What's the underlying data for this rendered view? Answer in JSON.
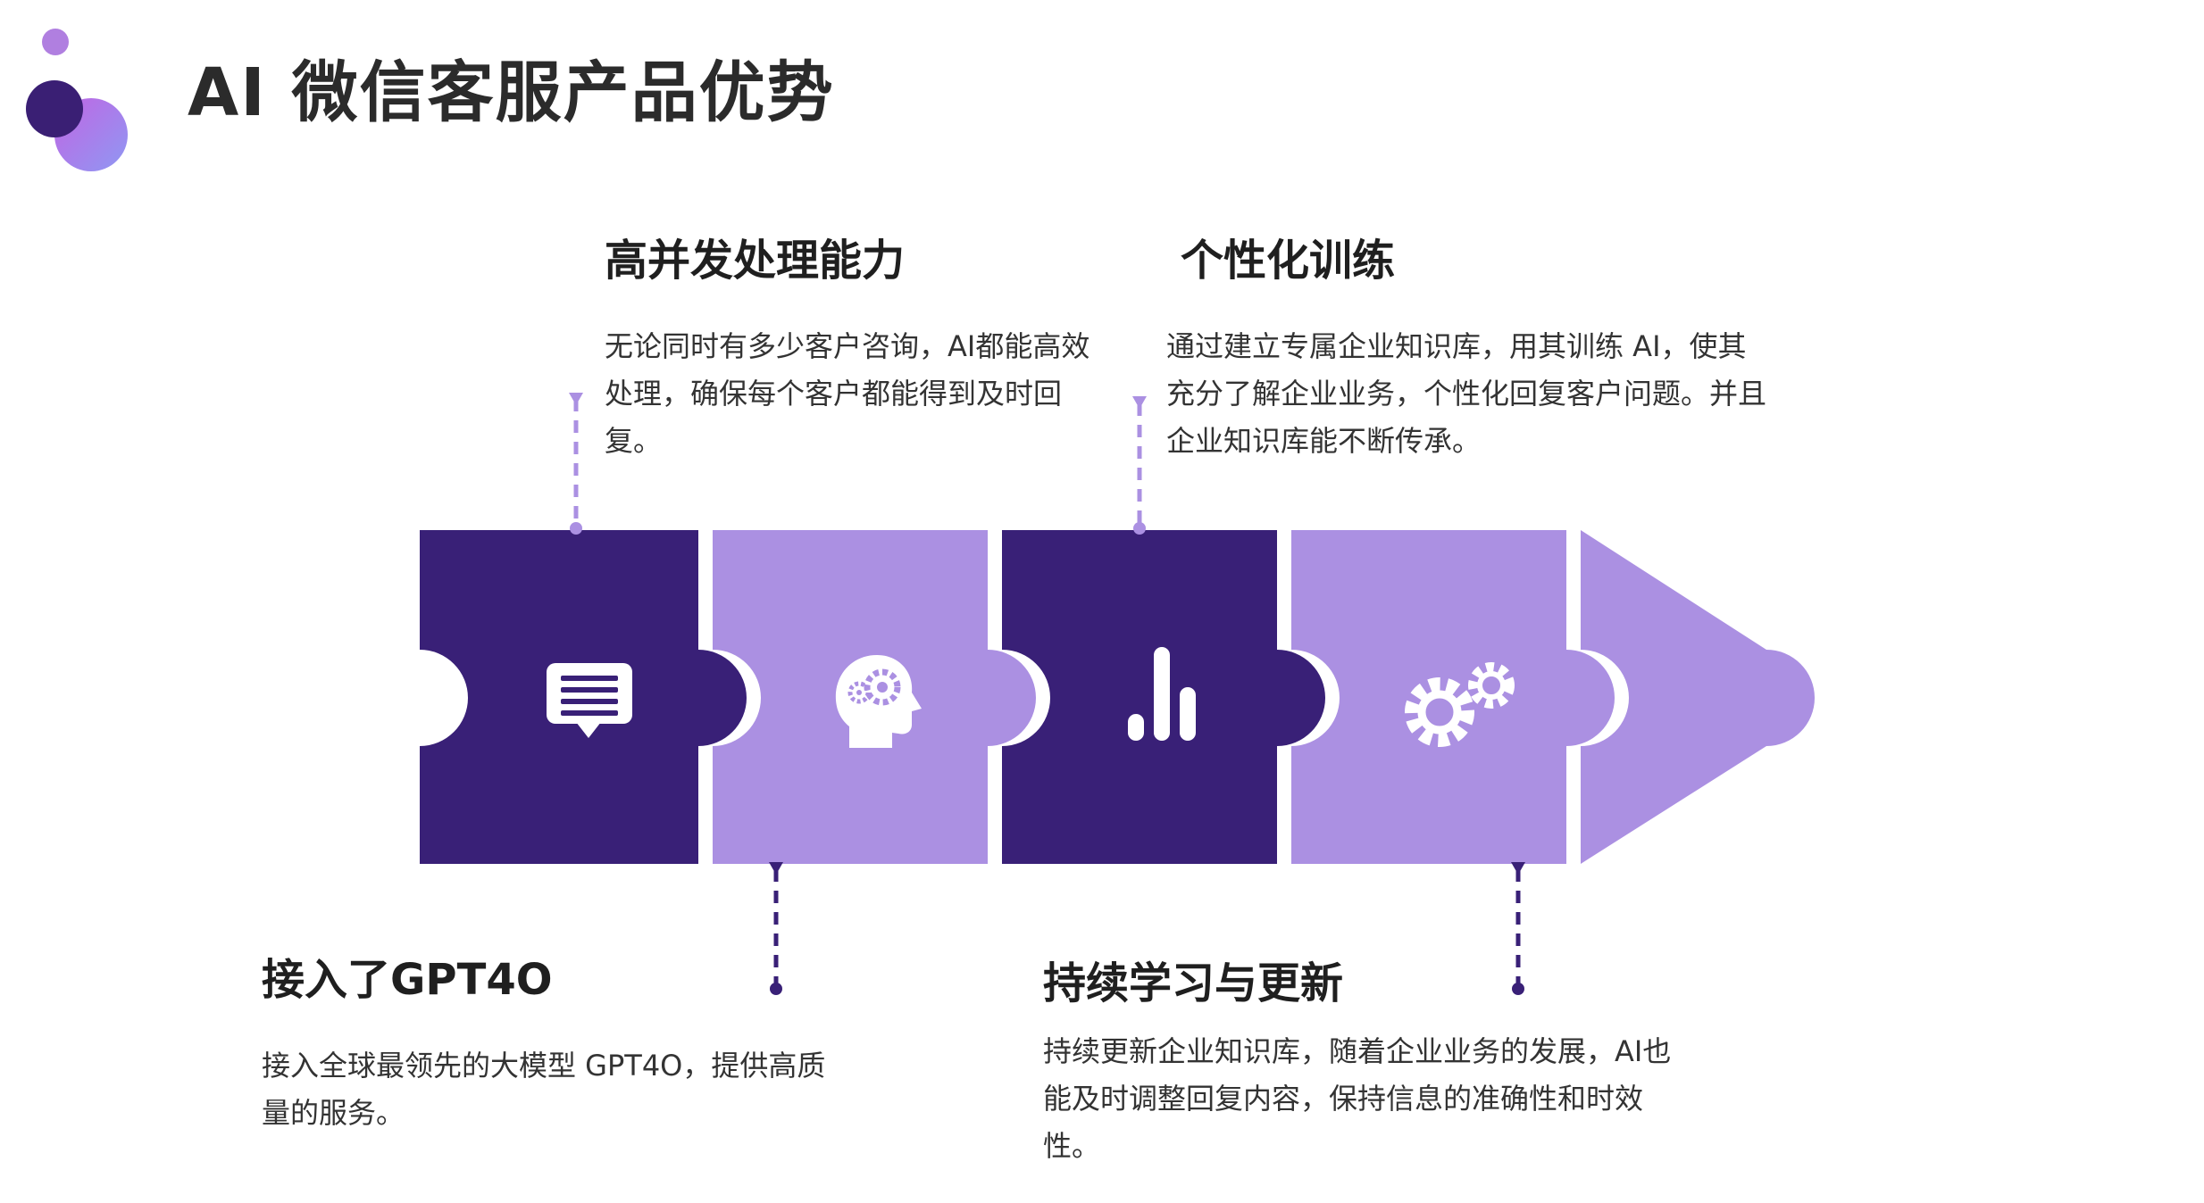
{
  "title": "AI 微信客服产品优势",
  "colors": {
    "dark_purple": "#392077",
    "light_purple": "#ab90e2",
    "logo_small": "#b07fe0",
    "logo_dark": "#3a1f74",
    "logo_gradient_start": "#c165e3",
    "logo_gradient_end": "#8f98f3",
    "connector_light": "#ab90e2",
    "connector_dark": "#392077"
  },
  "features": [
    {
      "title": "高并发处理能力",
      "description": "无论同时有多少客户咨询，AI都能高效处理，确保每个客户都能得到及时回复。",
      "icon": "chat-message-icon"
    },
    {
      "title": "个性化训练",
      "description": "通过建立专属企业知识库，用其训练 AI，使其充分了解企业业务，个性化回复客户问题。并且企业知识库能不断传承。",
      "icon": "bar-chart-icon"
    },
    {
      "title": "接入了GPT4O",
      "description": "接入全球最领先的大模型 GPT4O，提供高质量的服务。",
      "icon": "ai-head-gears-icon"
    },
    {
      "title": "持续学习与更新",
      "description": "持续更新企业知识库，随着企业业务的发展，AI也能及时调整回复内容，保持信息的准确性和时效性。",
      "icon": "gears-icon"
    }
  ]
}
